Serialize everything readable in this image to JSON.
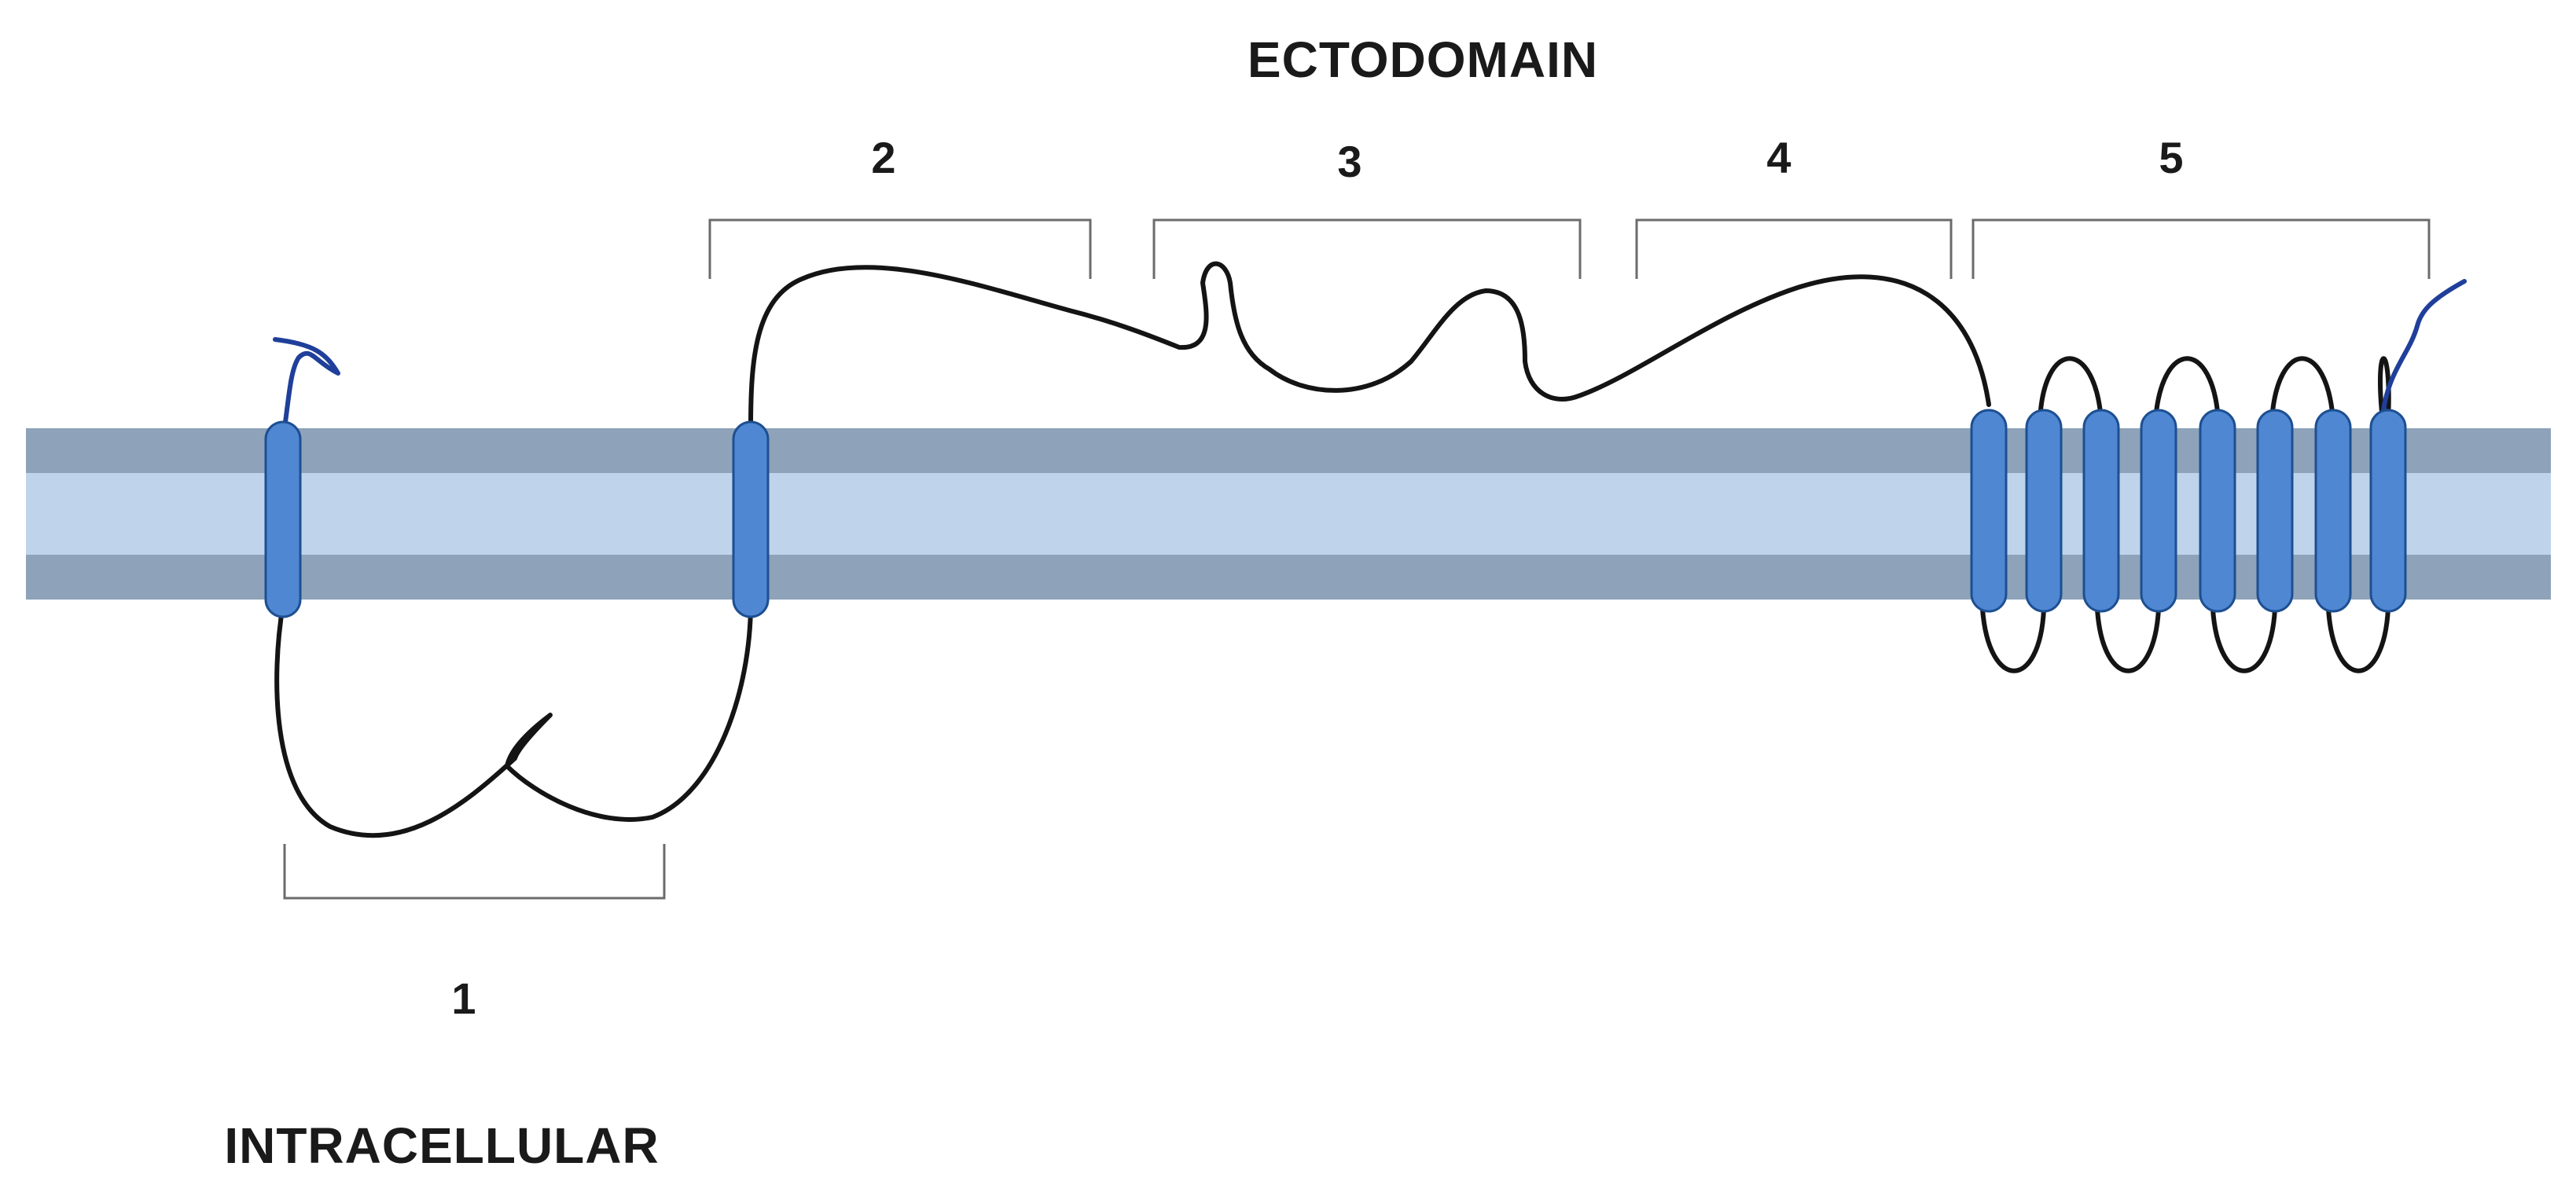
{
  "labels": {
    "top_region": "ECTODOMAIN",
    "bottom_region": "INTRACELLULAR"
  },
  "segments": [
    {
      "id": "1",
      "label": "1"
    },
    {
      "id": "2",
      "label": "2"
    },
    {
      "id": "3",
      "label": "3"
    },
    {
      "id": "4",
      "label": "4"
    },
    {
      "id": "5",
      "label": "5"
    }
  ],
  "colors": {
    "membrane_outer": "#8ea3b9",
    "membrane_core": "#bfd4ea",
    "helix_fill": "#4f87d3",
    "helix_stroke": "#1d4f91",
    "chain": "#141414",
    "terminal_tail": "#1f3f9a",
    "bracket": "#6b6b6b"
  },
  "transmembrane_helix_count": 10
}
